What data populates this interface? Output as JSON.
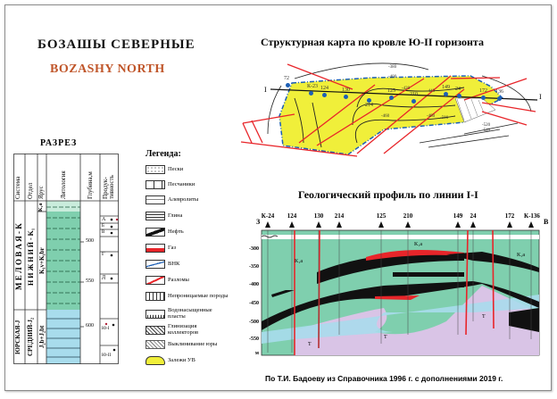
{
  "title": {
    "ru": "БОЗАШЫ СЕВЕРНЫЕ",
    "en": "BOZASHY NORTH"
  },
  "section": {
    "title": "РАЗРЕЗ",
    "headers": [
      "Система",
      "Отдел",
      "Ярус",
      "Литология",
      "Глубина,м",
      "Продук-тивность"
    ],
    "system": [
      "М Е Л О В А Я - К",
      "ЮРСКАЯ-J"
    ],
    "series": [
      "Н И Ж Н И Й - K₁",
      "СРЕДНИЙ-J₂"
    ],
    "stages": [
      "K₁a",
      "K₁v+K₁br",
      "J₂b+J₂bt"
    ],
    "depths": [
      "500",
      "550",
      "600"
    ],
    "horizons": [
      "А",
      "Б",
      "В",
      "Г",
      "Д",
      "Ю-I",
      "Ю-II"
    ]
  },
  "legend": {
    "title": "Легенда:",
    "items": [
      "Пески",
      "Песчаники",
      "Алевролиты",
      "Глина",
      "Нефть",
      "Газ",
      "ВНК",
      "Разломы",
      "Непроницаемые породы",
      "Водонасыщенные пласты",
      "Глинизация коллекторов",
      "Выклинивание юры",
      "Залежи УВ"
    ]
  },
  "map": {
    "title": "Структурная карта по кровле Ю-II горизонта",
    "line_label": "I",
    "wells": [
      "72",
      "К-23",
      "124",
      "130",
      "214",
      "125",
      "210",
      "149",
      "24",
      "172",
      "136"
    ],
    "contours": [
      "-380",
      "-400",
      "-420",
      "-440",
      "-460",
      "-480",
      "-500",
      "-520",
      "-540"
    ]
  },
  "profile": {
    "title": "Геологический профиль по линии I-I",
    "west": "З",
    "east": "В",
    "wells": [
      "К-24",
      "124",
      "130",
      "214",
      "125",
      "210",
      "149",
      "24",
      "172",
      "К-136"
    ],
    "depths": [
      "-300",
      "-350",
      "-400",
      "-450",
      "-500",
      "-550",
      "м"
    ],
    "labels": [
      "K₁a",
      "K₁a",
      "K₁a",
      "T",
      "T",
      "T"
    ]
  },
  "source": "По Т.И. Бадоеву из Справочника 1996 г. с дополнениями 2019 г.",
  "colors": {
    "green": "#7fcfae",
    "blue": "#a8dcec",
    "yellow": "#f0ef3a",
    "red": "#e8252a",
    "purple": "#d9c4e6",
    "fault": "#e8252a",
    "vnk": "#1d5fb5"
  }
}
